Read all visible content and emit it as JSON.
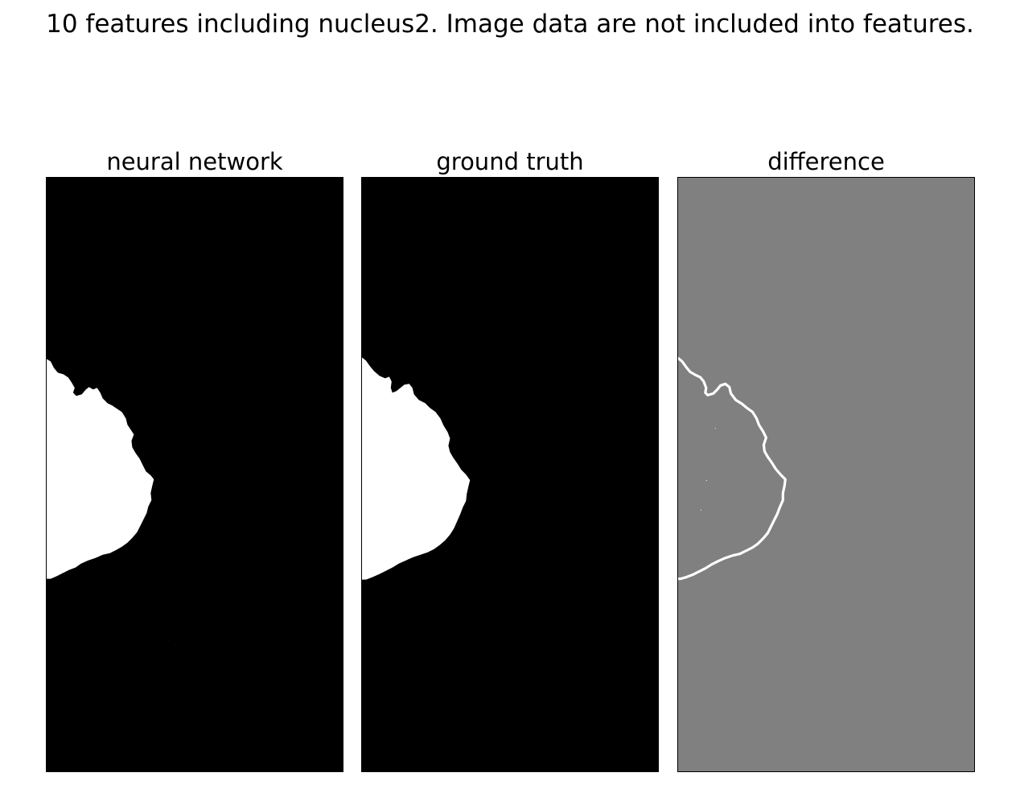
{
  "figure": {
    "title": "10 features including nucleus2. Image data are not included into features."
  },
  "panels": [
    {
      "title": "neural network"
    },
    {
      "title": "ground truth"
    },
    {
      "title": "difference"
    }
  ],
  "colors": {
    "background": "#000000",
    "foreground": "#ffffff",
    "difference_background": "#808080",
    "difference_edge": "#ffffff"
  }
}
